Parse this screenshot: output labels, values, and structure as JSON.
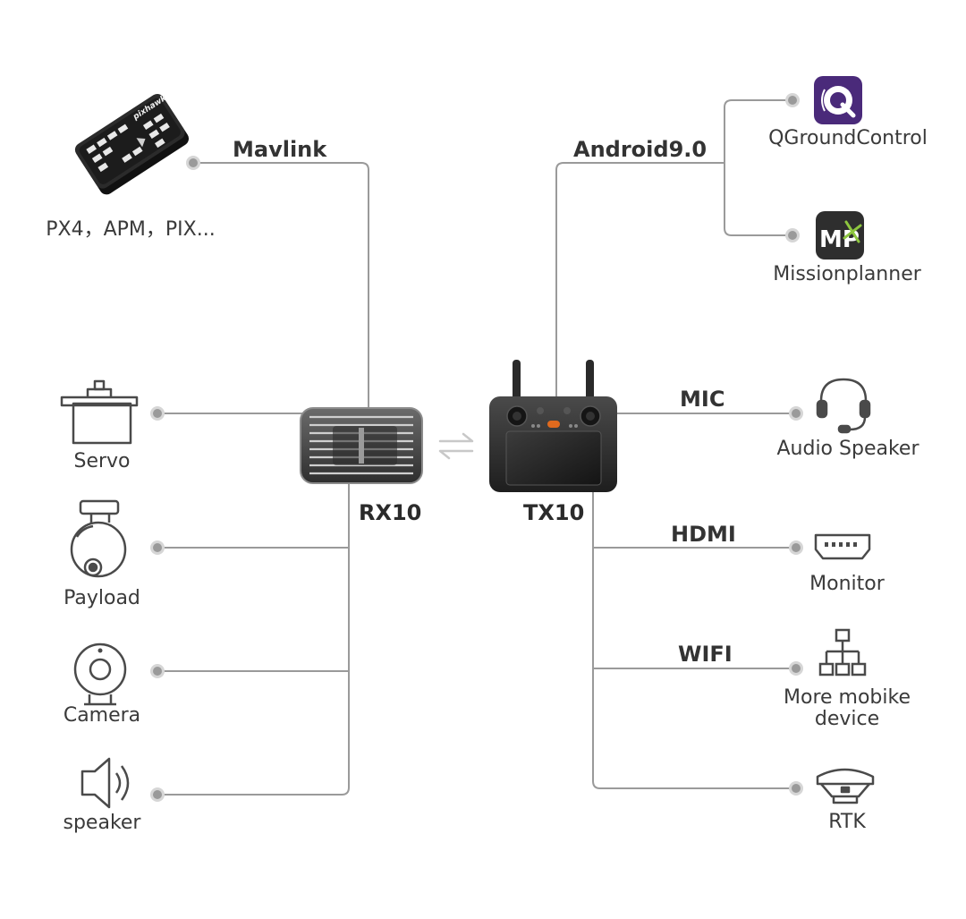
{
  "links": {
    "mavlink": "Mavlink",
    "android": "Android9.0",
    "mic": "MIC",
    "hdmi": "HDMI",
    "wifi": "WIFI"
  },
  "devices": {
    "rx": "RX10",
    "tx": "TX10"
  },
  "left": {
    "flight_controller": "PX4，APM，PIX...",
    "flight_controller_logo": "pixhawk",
    "servo": "Servo",
    "payload": "Payload",
    "camera": "Camera",
    "speaker": "speaker"
  },
  "right": {
    "qgc": "QGroundControl",
    "mp": "Missionplanner",
    "mp_logo": "MP",
    "audio": "Audio Speaker",
    "monitor": "Monitor",
    "mobile": [
      "More mobike",
      "device"
    ],
    "rtk": "RTK"
  },
  "colors": {
    "line": "#9a9a9a",
    "dot": "#9a9a9a",
    "qgc_bg": "#4a2a7a",
    "mp_bg": "#2e2e2e",
    "mp_accent": "#8dc63f",
    "device_body": "#3a3a3a"
  }
}
